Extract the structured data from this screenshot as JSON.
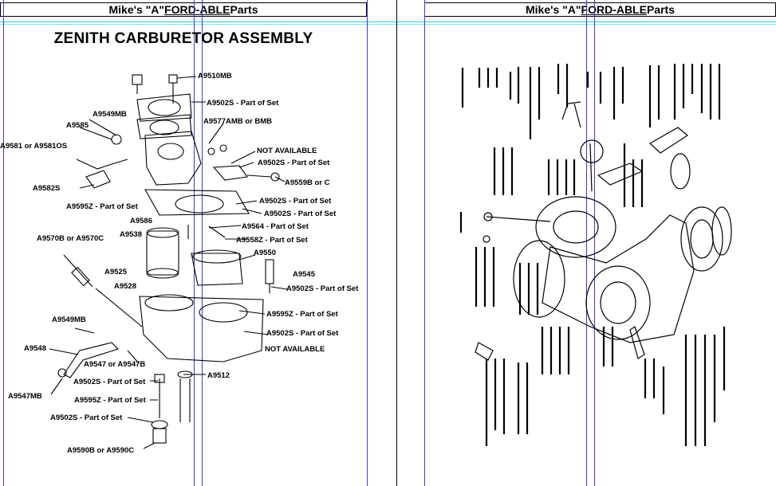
{
  "header": {
    "left_pre": "Mike's \"A\" ",
    "left_u": "FORD-ABLE",
    "left_post": " Parts",
    "right_pre": "Mike's \"A\" ",
    "right_u": "FORD-ABLE",
    "right_post": " Parts"
  },
  "title": "ZENITH CARBURETOR ASSEMBLY",
  "labels": [
    "A9510MB",
    "A9502S - Part of Set",
    "A9549MB",
    "A9585",
    "A9577AMB or BMB",
    "A9581 or A9581OS",
    "NOT AVAILABLE",
    "A9502S - Part of Set",
    "A9559B or C",
    "A9582S",
    "A9502S - Part of Set",
    "A9595Z - Part of Set",
    "A9502S - Part of Set",
    "A9586",
    "A9564 - Part of Set",
    "A9538",
    "A9570B or A9570C",
    "A9558Z - Part of Set",
    "A9550",
    "A9525",
    "A9545",
    "A9528",
    "A9502S - Part of Set",
    "A9549MB",
    "A9595Z - Part of Set",
    "A9502S - Part of Set",
    "A9548",
    "NOT AVAILABLE",
    "A9547 or A9547B",
    "A9512",
    "A9502S - Part of Set",
    "A9547MB",
    "A9595Z - Part of Set",
    "A9502S - Part of Set",
    "A9590B or A9590C"
  ]
}
